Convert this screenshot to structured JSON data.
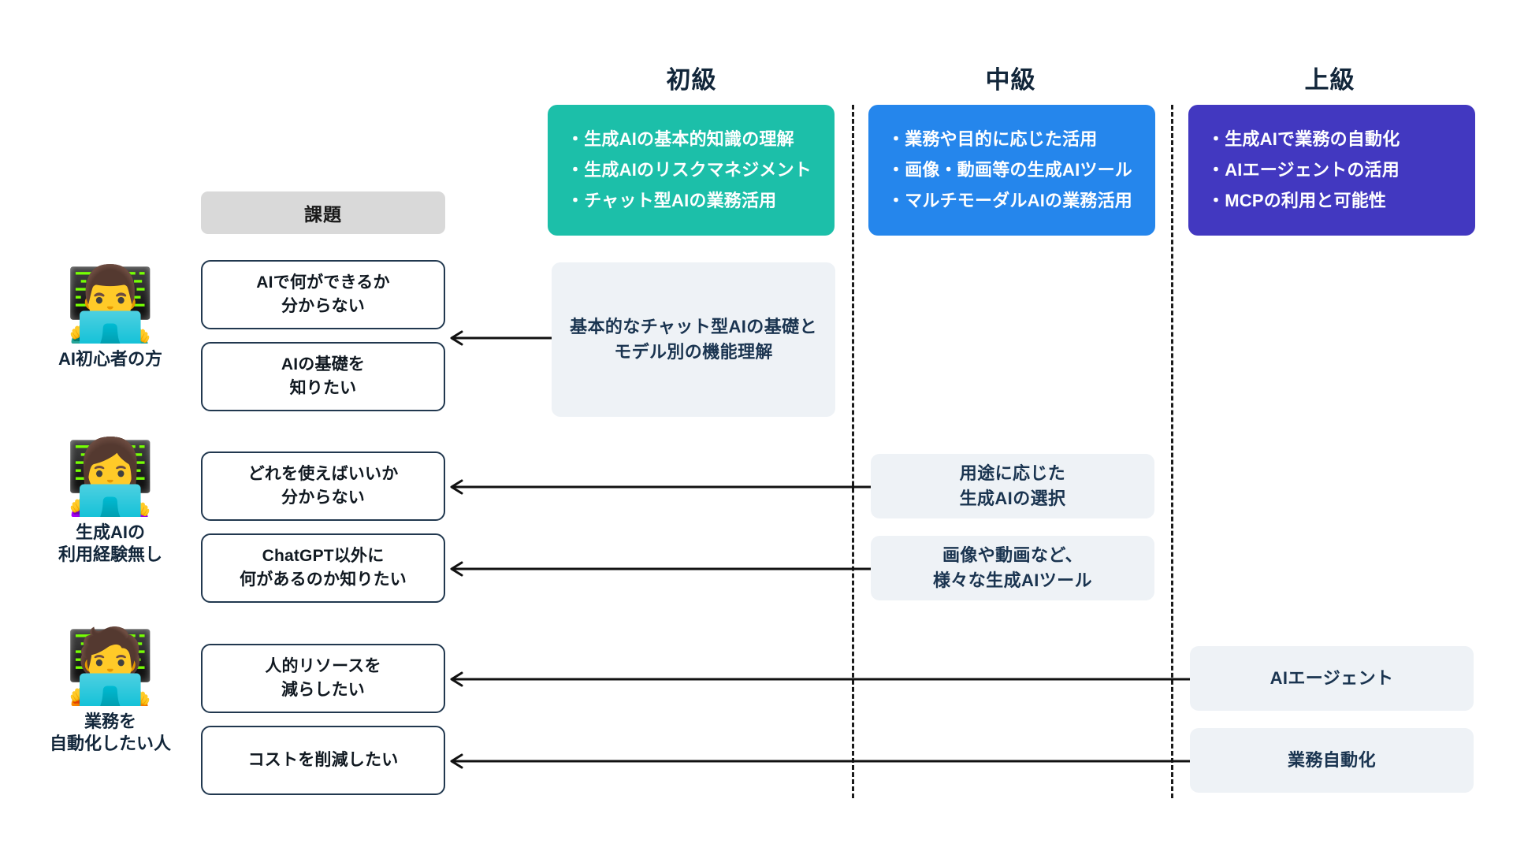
{
  "columns": [
    {
      "id": "beginner",
      "title": "初級"
    },
    {
      "id": "intermediate",
      "title": "中級"
    },
    {
      "id": "advanced",
      "title": "上級"
    }
  ],
  "levels": [
    {
      "id": "beginner-level-box",
      "color": "#1cbfa9",
      "items": [
        "・生成AIの基本的知識の理解",
        "・生成AIのリスクマネジメント",
        "・チャット型AIの業務活用"
      ]
    },
    {
      "id": "intermediate-level-box",
      "color": "#2586ec",
      "items": [
        "・業務や目的に応じた活用",
        "・画像・動画等の生成AIツール",
        "・マルチモーダルAIの業務活用"
      ]
    },
    {
      "id": "advanced-level-box",
      "color": "#4238c0",
      "items": [
        "・生成AIで業務の自動化",
        "・AIエージェントの活用",
        "・MCPの利用と可能性"
      ]
    }
  ],
  "issue_chip": {
    "label": "課題"
  },
  "rows": [
    {
      "id": "ai-beginner",
      "persona": {
        "icon": "man-technologist-emoji",
        "glyph": "👨‍💻",
        "label": "AI初心者の方"
      },
      "pains": [
        "AIで何ができるか\n分からない",
        "AIの基礎を\n知りたい"
      ],
      "solutions": [
        {
          "column": "beginner",
          "text": "基本的なチャット型AIの基礎と\nモデル別の機能理解",
          "span": 2
        }
      ]
    },
    {
      "id": "no-genai-experience",
      "persona": {
        "icon": "woman-technologist-emoji",
        "glyph": "👩‍💻",
        "label": "生成AIの\n利用経験無し"
      },
      "pains": [
        "どれを使えばいいか\n分からない",
        "ChatGPT以外に\n何があるのか知りたい"
      ],
      "solutions": [
        {
          "column": "intermediate",
          "text": "用途に応じた\n生成AIの選択",
          "span": 1
        },
        {
          "column": "intermediate",
          "text": "画像や動画など、\n様々な生成AIツール",
          "span": 1
        }
      ]
    },
    {
      "id": "wants-automation",
      "persona": {
        "icon": "person-technologist-emoji",
        "glyph": "🧑‍💻",
        "label": "業務を\n自動化したい人"
      },
      "pains": [
        "人的リソースを\n減らしたい",
        "コストを削減したい"
      ],
      "solutions": [
        {
          "column": "advanced",
          "text": "AIエージェント",
          "span": 1
        },
        {
          "column": "advanced",
          "text": "業務自動化",
          "span": 1
        }
      ]
    }
  ],
  "arrows": [
    {
      "id": "arrow-beginner-row1",
      "from_column": "beginner",
      "to": "pain-row1"
    },
    {
      "id": "arrow-intermediate-row2a",
      "from_column": "intermediate",
      "to": "pain-row2a"
    },
    {
      "id": "arrow-intermediate-row2b",
      "from_column": "intermediate",
      "to": "pain-row2b"
    },
    {
      "id": "arrow-advanced-row3a",
      "from_column": "advanced",
      "to": "pain-row3a"
    },
    {
      "id": "arrow-advanced-row3b",
      "from_column": "advanced",
      "to": "pain-row3b"
    }
  ],
  "palette": {
    "beginner": "#1cbfa9",
    "intermediate": "#2586ec",
    "advanced": "#4238c0",
    "solution_bg": "#eef2f6",
    "chip_bg": "#d9d9d9",
    "outline": "#21384f",
    "arrow": "#111111",
    "divider": "#1b1b1b",
    "text_dark": "#12263a",
    "background": "#ffffff"
  }
}
